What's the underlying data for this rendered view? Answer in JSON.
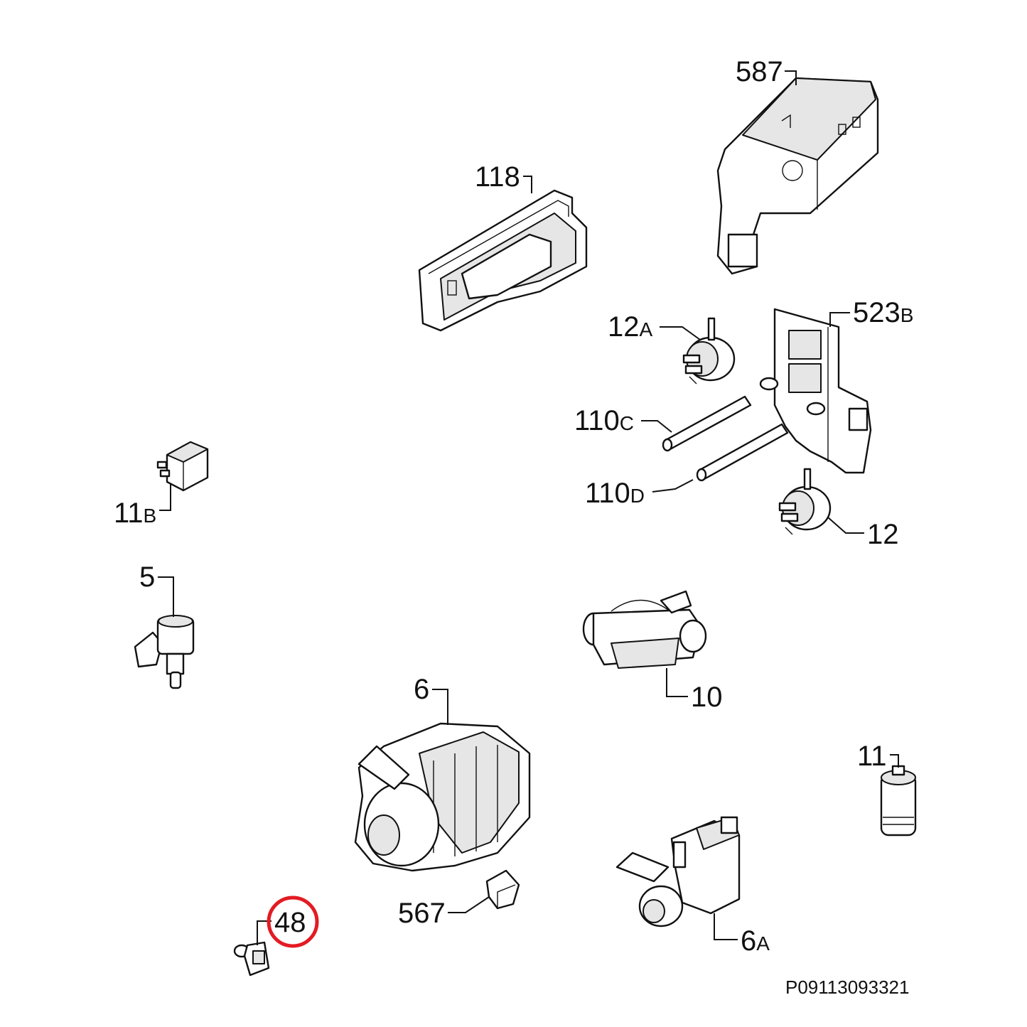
{
  "parts": {
    "p587": {
      "num": "587",
      "suffix": ""
    },
    "p118": {
      "num": "118",
      "suffix": ""
    },
    "p12a": {
      "num": "12",
      "suffix": "A"
    },
    "p523b": {
      "num": "523",
      "suffix": "B"
    },
    "p110c": {
      "num": "110",
      "suffix": "C"
    },
    "p110d": {
      "num": "110",
      "suffix": "D"
    },
    "p12": {
      "num": "12",
      "suffix": ""
    },
    "p11b": {
      "num": "11",
      "suffix": "B"
    },
    "p5": {
      "num": "5",
      "suffix": ""
    },
    "p10": {
      "num": "10",
      "suffix": ""
    },
    "p6": {
      "num": "6",
      "suffix": ""
    },
    "p11": {
      "num": "11",
      "suffix": ""
    },
    "p567": {
      "num": "567",
      "suffix": ""
    },
    "p6a": {
      "num": "6",
      "suffix": "A"
    },
    "p48": {
      "num": "48",
      "suffix": ""
    }
  },
  "highlight": {
    "part": "48",
    "color": "#e31b23"
  },
  "reference_code": "P09113093321"
}
